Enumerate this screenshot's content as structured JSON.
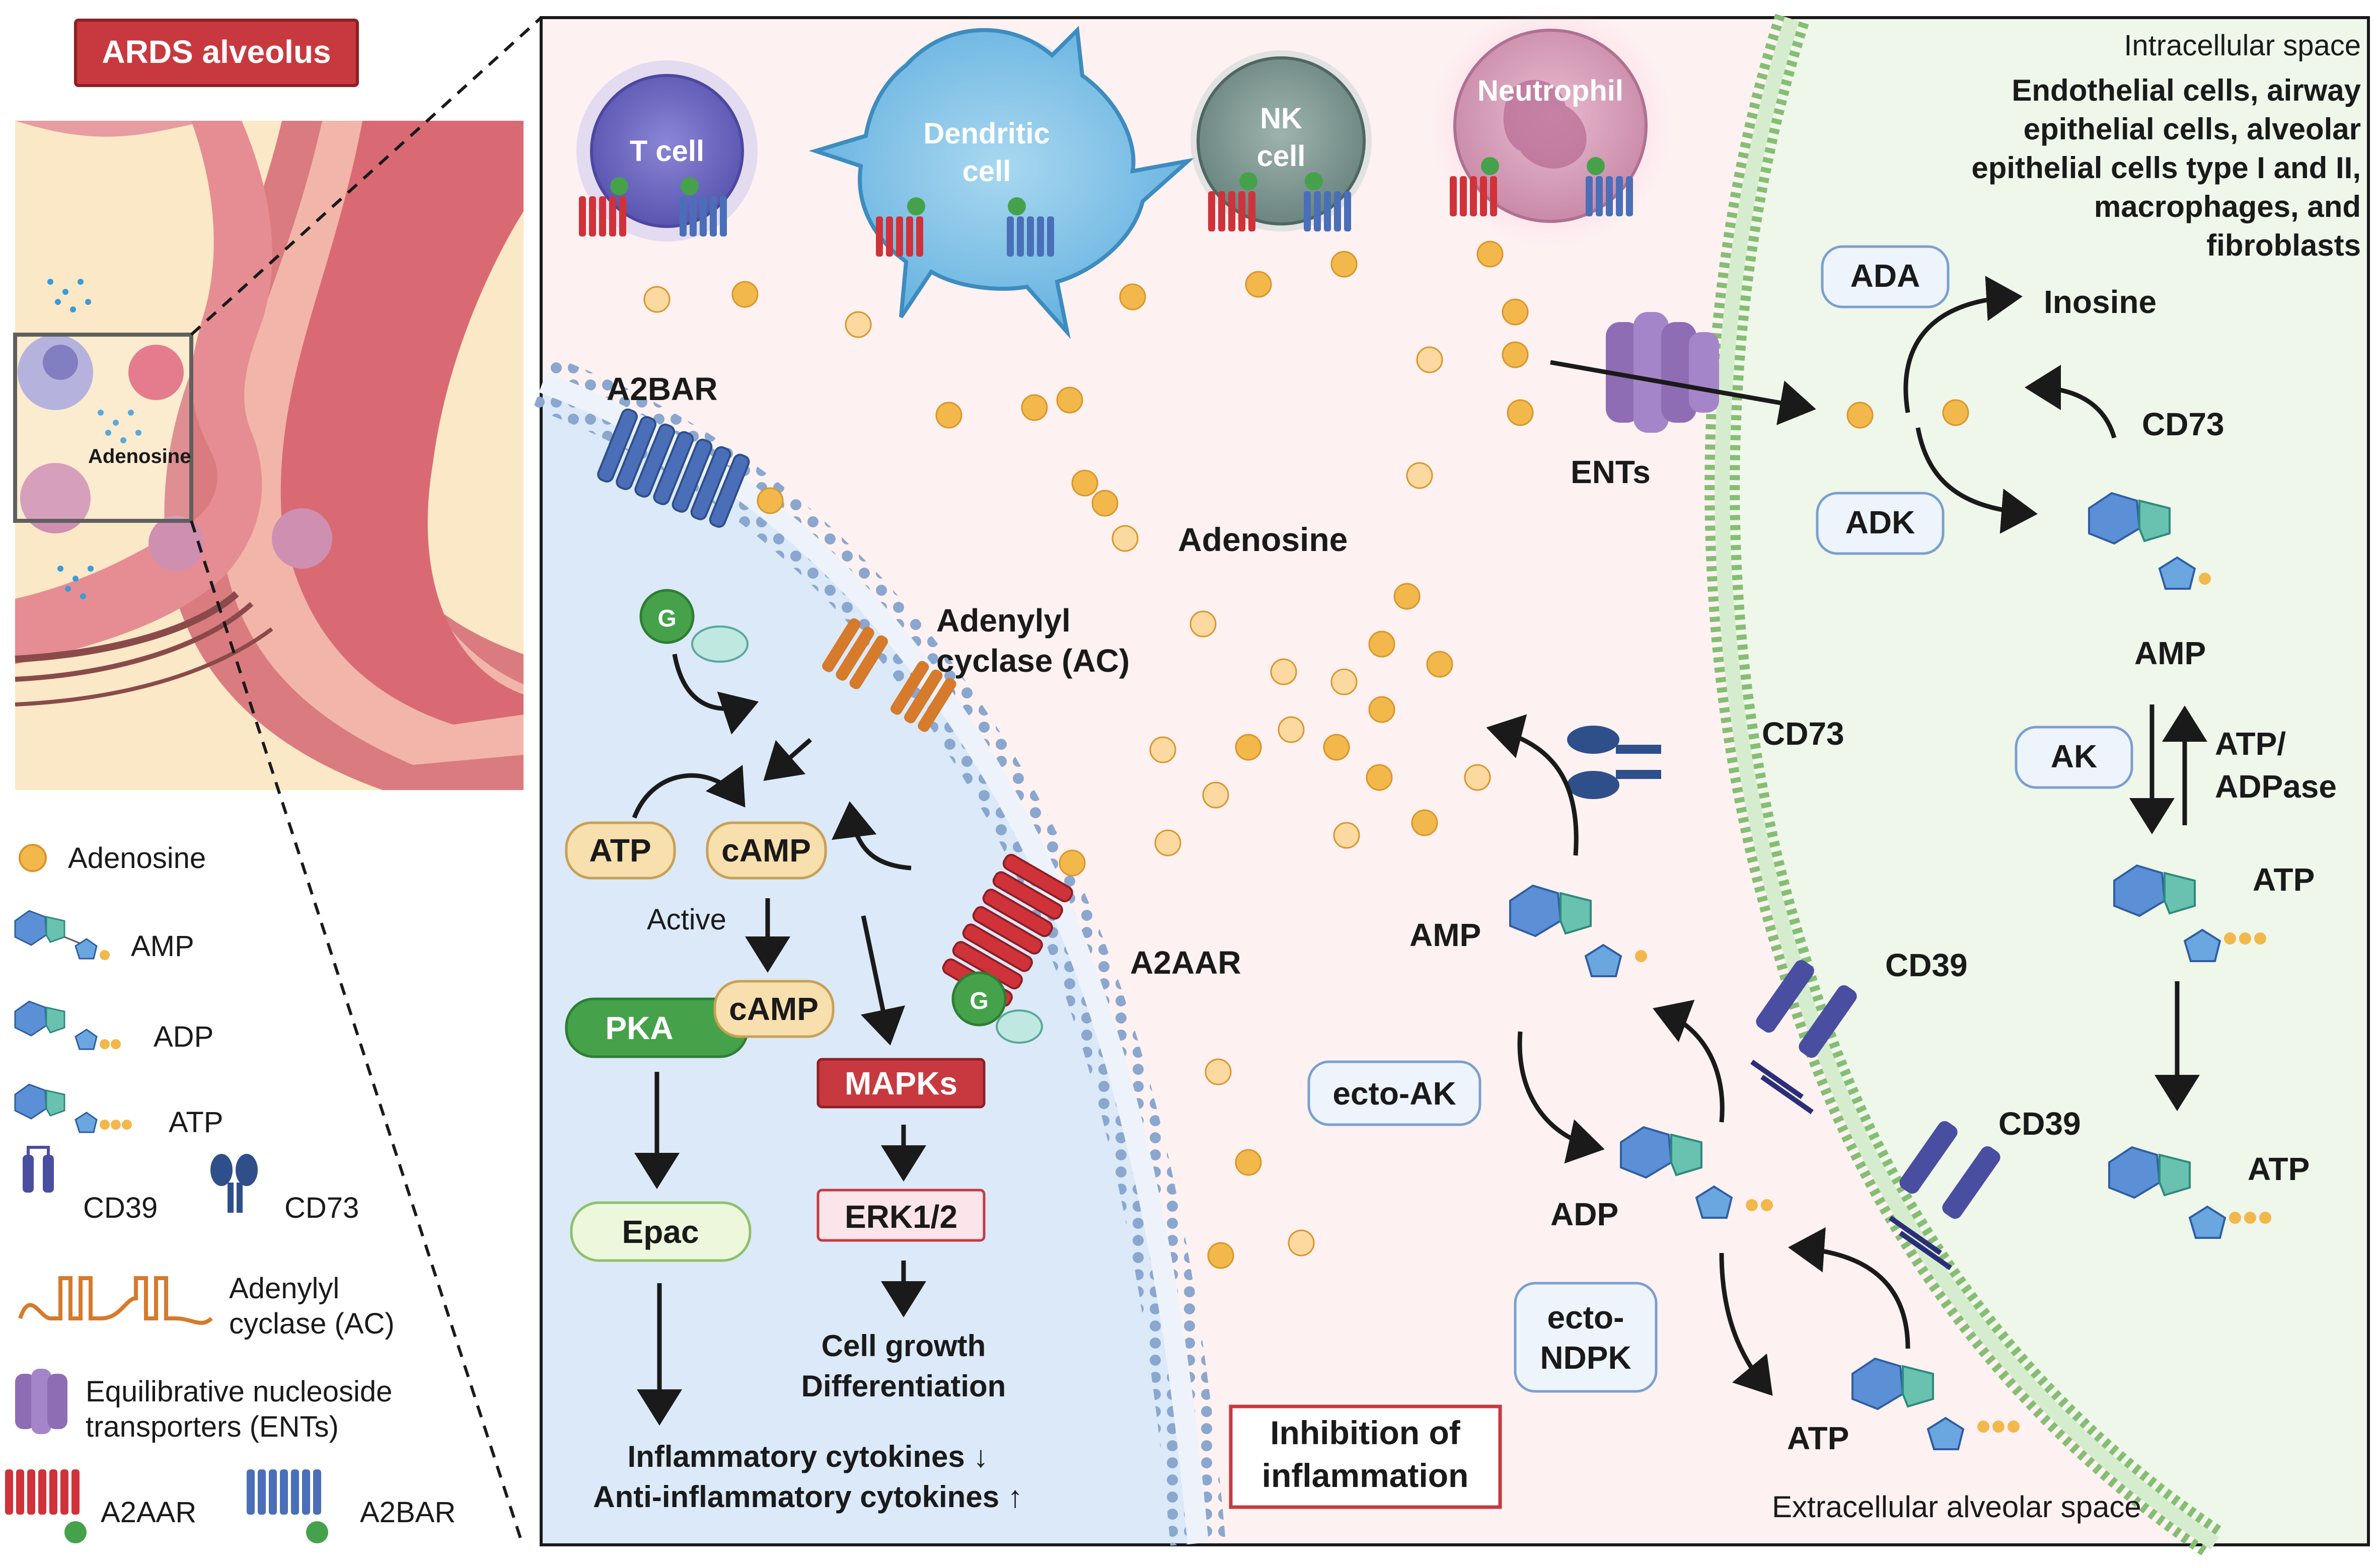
{
  "title": "ARDS alveolus",
  "inset_label": "Adenosine",
  "legend": {
    "adenosine": "Adenosine",
    "amp": "AMP",
    "adp": "ADP",
    "atp": "ATP",
    "cd39": "CD39",
    "cd73": "CD73",
    "ac_line1": "Adenylyl",
    "ac_line2": "cyclase (AC)",
    "ent_line1": "Equilibrative nucleoside",
    "ent_line2": "transporters (ENTs)",
    "a2aar": "A2AAR",
    "a2bar": "A2BAR"
  },
  "cells": {
    "tcell": "T cell",
    "dendritic_1": "Dendritic",
    "dendritic_2": "cell",
    "nk_1": "NK",
    "nk_2": "cell",
    "neutrophil": "Neutrophil"
  },
  "intracellular": {
    "header": "Intracellular space",
    "cells_text": [
      "Endothelial cells, airway",
      "epithelial cells, alveolar",
      "epithelial cells type I and II,",
      "macrophages, and",
      "fibroblasts"
    ],
    "ada": "ADA",
    "inosine": "Inosine",
    "adk": "ADK",
    "cd73": "CD73",
    "amp": "AMP",
    "ak": "AK",
    "atp_adpase_1": "ATP/",
    "atp_adpase_2": "ADPase",
    "atp_1": "ATP",
    "atp_2": "ATP"
  },
  "extracellular": {
    "footer": "Extracellular alveolar space",
    "adenosine": "Adenosine",
    "ents": "ENTs",
    "cd73": "CD73",
    "cd39_a": "CD39",
    "cd39_b": "CD39",
    "amp": "AMP",
    "adp": "ADP",
    "atp": "ATP",
    "ecto_ak": "ecto-AK",
    "ecto_ndpk_1": "ecto-",
    "ecto_ndpk_2": "NDPK",
    "inhibition_1": "Inhibition of",
    "inhibition_2": "inflammation"
  },
  "signaling": {
    "a2bar": "A2BAR",
    "a2aar": "A2AAR",
    "ac_1": "Adenylyl",
    "ac_2": "cyclase (AC)",
    "atp": "ATP",
    "camp": "cAMP",
    "active": "Active",
    "pka": "PKA",
    "camp2": "cAMP",
    "mapks": "MAPKs",
    "epac": "Epac",
    "erk": "ERK1/2",
    "growth_1": "Cell growth",
    "growth_2": "Differentiation",
    "cyto_1": "Inflammatory cytokines ↓",
    "cyto_2": "Anti-inflammatory cytokines ↑"
  },
  "colors": {
    "title_bg": "#c8393f",
    "membrane_dot": "#7f9cc6",
    "receptor_blue": "#4a6fb8",
    "receptor_red": "#d0323a",
    "ac_orange": "#d67a2c",
    "adenosine_dot": "#f2b84b",
    "green_membrane": "#86c178",
    "pka_green": "#45a24a",
    "mapk_red": "#c8393f"
  }
}
